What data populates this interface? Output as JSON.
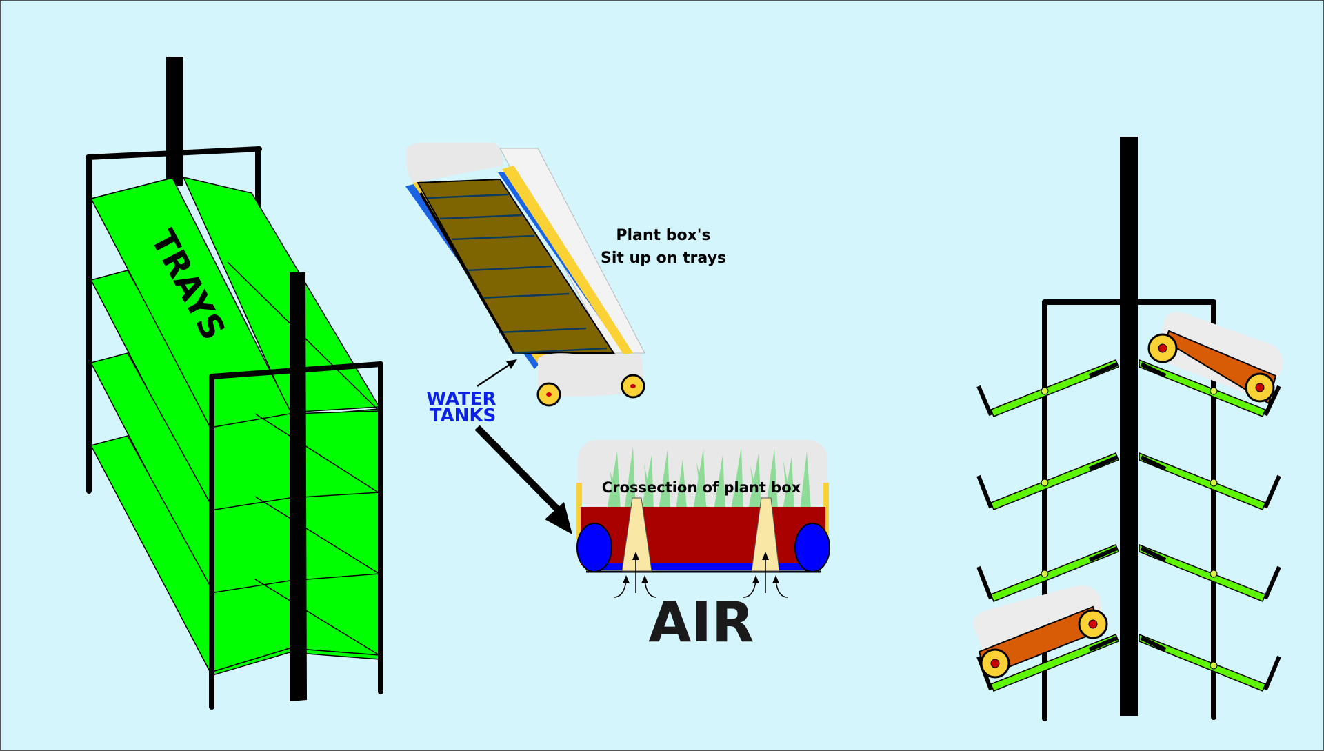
{
  "colors": {
    "background": "#d5f5fc",
    "tray_green": "#00ff00",
    "tray_light_green": "#5ff400",
    "frame_black": "#000000",
    "water_blue": "#0000ff",
    "water_label": "#0b22e6",
    "soil_red": "#a90000",
    "box_orange": "#d85c05",
    "wheel_yellow": "#fbd235",
    "soil_brown": "#7f6402",
    "box_grey": "#e8e8e8"
  },
  "labels": {
    "trays": "TRAYS",
    "plant_box_line1": "Plant box's",
    "plant_box_line2": "Sit up on trays",
    "water_line1": "WATER",
    "water_line2": "TANKS",
    "crossection": "Crossection of plant box",
    "air": "AIR"
  }
}
